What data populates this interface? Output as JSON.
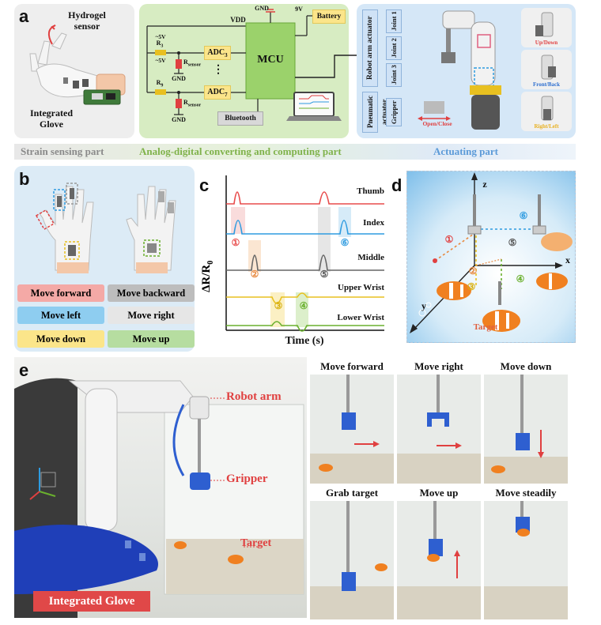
{
  "panel_a": {
    "letter": "a",
    "hydrogel_sensor": "Hydrogel sensor",
    "integrated_glove": "Integrated Glove",
    "circuit": {
      "vdd": "VDD",
      "gnd": "GND",
      "nine_v": "9V",
      "battery": "Battery",
      "mcu": "MCU",
      "adc3": "ADC",
      "adc3_sub": "3",
      "adc7": "ADC",
      "adc7_sub": "7",
      "dots": "⋮",
      "bluetooth": "Bluetooth",
      "neg5v_top": "~5V",
      "neg5v_bottom": "~5V",
      "r3": "R",
      "r3_sub": "3",
      "r9": "R",
      "r9_sub": "9",
      "rsensor": "R",
      "rsensor_sub": "sensor"
    },
    "actuator": {
      "robot_arm_actuator": "Robot arm actuator",
      "pneumatic_actuator": "Pneumatic actuator",
      "joint1": "Joint 1",
      "joint2": "Joint 2",
      "joint3": "Joint 3",
      "gripper": "Gripper",
      "open_close": "Open/Close",
      "up_down": "Up/Down",
      "front_back": "Front/Back",
      "right_left": "Right/Left"
    },
    "section_labels": {
      "strain": "Strain sensing part",
      "analog": "Analog-digital converting and computing part",
      "actuating": "Actuating part"
    }
  },
  "panel_b": {
    "letter": "b",
    "buttons": [
      {
        "label": "Move forward",
        "bg": "#f4a9a6"
      },
      {
        "label": "Move backward",
        "bg": "#bdbdbd"
      },
      {
        "label": "Move left",
        "bg": "#8ecdf0"
      },
      {
        "label": "Move right",
        "bg": "#e6e6e6"
      },
      {
        "label": "Move down",
        "bg": "#fbe58a"
      },
      {
        "label": "Move up",
        "bg": "#b6dda0"
      }
    ]
  },
  "panel_c": {
    "letter": "c",
    "ylabel": "ΔR/R",
    "ylabel_sub": "0",
    "xlabel": "Time (s)",
    "traces": [
      {
        "name": "Thumb",
        "color": "#e84c4c"
      },
      {
        "name": "Index",
        "color": "#2e9be0"
      },
      {
        "name": "Middle",
        "color": "#666666"
      },
      {
        "name": "Upper Wrist",
        "color": "#e8c020"
      },
      {
        "name": "Lower Wrist",
        "color": "#6ab02e"
      }
    ],
    "markers": [
      "①",
      "⑥",
      "②",
      "⑤",
      "③",
      "④"
    ]
  },
  "panel_d": {
    "letter": "d",
    "axes": {
      "x": "x",
      "y": "y",
      "z": "z"
    },
    "markers": [
      "①",
      "②",
      "③",
      "④",
      "⑤",
      "⑥"
    ],
    "target": "Target"
  },
  "panel_e": {
    "letter": "e",
    "robot_arm": "Robot arm",
    "gripper": "Gripper",
    "target": "Target",
    "integrated_glove": "Integrated Glove",
    "steps": [
      "Move forward",
      "Move right",
      "Move down",
      "Grab target",
      "Move up",
      "Move steadily"
    ]
  }
}
